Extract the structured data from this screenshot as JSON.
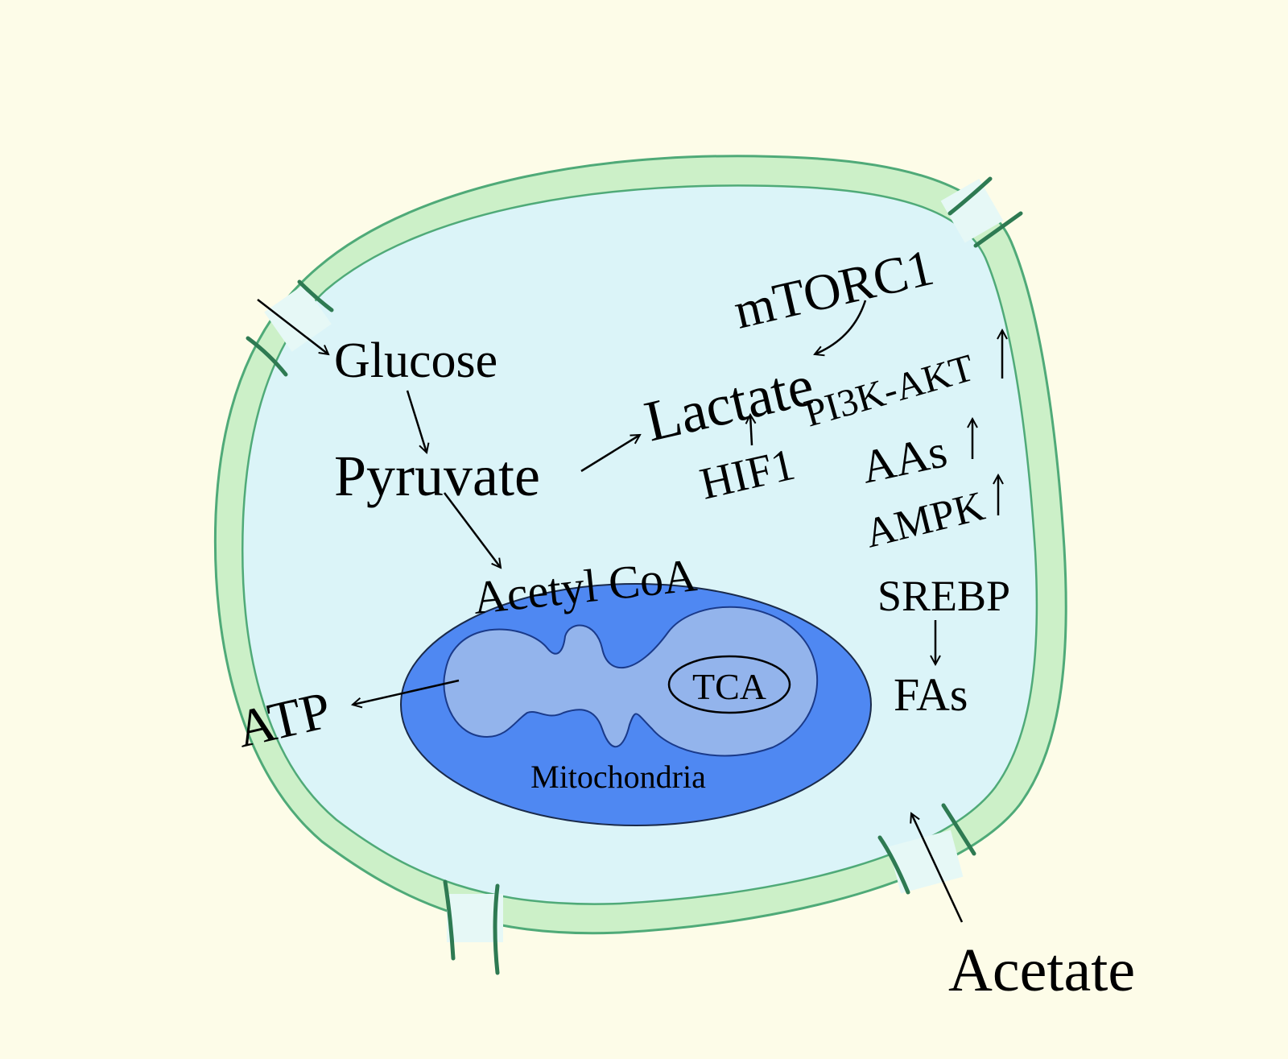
{
  "labels": {
    "glucose": "Glucose",
    "pyruvate": "Pyruvate",
    "lactate": "Lactate",
    "mtorc1": "mTORC1",
    "hif1": "HIF1",
    "pi3k_akt": "PI3K-AKT",
    "aas": "AAs",
    "ampk": "AMPK",
    "srebp": "SREBP",
    "fas": "FAs",
    "acetyl_coa": "Acetyl CoA",
    "tca": "TCA",
    "mitochondria": "Mitochondria",
    "atp": "ATP",
    "acetate": "Acetate"
  },
  "colors": {
    "background": "#fdfce8",
    "membrane": "#ccf0c8",
    "membrane_stroke": "#4faa78",
    "cytoplasm": "#dbf4f8",
    "mitochondria_outer": "#4f88f2",
    "mitochondria_inner": "#93b4ec",
    "channel": "#2e7a52"
  }
}
